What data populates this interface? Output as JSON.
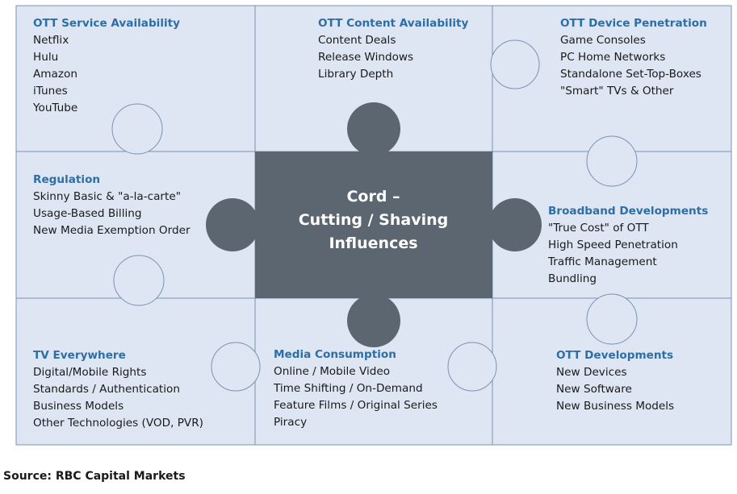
{
  "colors": {
    "piece_fill": "#dde6f2",
    "piece_stroke": "#7b92b2",
    "center_fill": "#5c6670",
    "title_color": "#2e6ea6"
  },
  "pieces": {
    "ott_service": {
      "title": "OTT Service Availability",
      "items": [
        "Netflix",
        "Hulu",
        "Amazon",
        "iTunes",
        "YouTube"
      ]
    },
    "ott_content": {
      "title": "OTT Content Availability",
      "items": [
        "Content Deals",
        "Release Windows",
        "Library Depth"
      ]
    },
    "ott_device": {
      "title": "OTT Device Penetration",
      "items": [
        "Game Consoles",
        "PC Home Networks",
        "Standalone Set-Top-Boxes",
        "\"Smart\" TVs & Other"
      ]
    },
    "regulation": {
      "title": "Regulation",
      "items": [
        "Skinny Basic & \"a-la-carte\"",
        "Usage-Based Billing",
        "New Media Exemption Order"
      ]
    },
    "broadband": {
      "title": "Broadband Developments",
      "items": [
        "\"True Cost\" of OTT",
        "High Speed Penetration",
        "Traffic Management",
        "Bundling"
      ]
    },
    "tv_everywhere": {
      "title": "TV Everywhere",
      "items": [
        "Digital/Mobile Rights",
        "Standards / Authentication",
        "Business Models",
        "Other Technologies (VOD, PVR)"
      ]
    },
    "media": {
      "title": "Media Consumption",
      "items": [
        "Online / Mobile Video",
        "Time Shifting / On-Demand",
        "Feature Films / Original Series",
        "Piracy"
      ]
    },
    "ott_dev": {
      "title": "OTT Developments",
      "items": [
        "New Devices",
        "New Software",
        "New Business Models"
      ]
    }
  },
  "center": {
    "lines": [
      "Cord –",
      "Cutting / Shaving",
      "Influences"
    ]
  },
  "source": "Source: RBC Capital Markets"
}
